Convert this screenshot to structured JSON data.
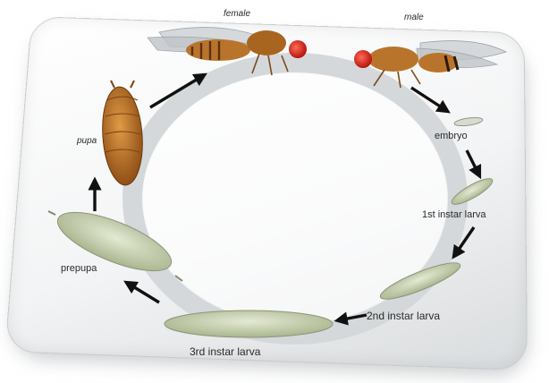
{
  "labels": {
    "female": "female",
    "male": "male",
    "embryo": "embryo",
    "instar1": "1st instar larva",
    "instar2": "2nd instar larva",
    "instar3": "3rd instar larva",
    "prepupa": "prepupa",
    "pupa": "pupa"
  },
  "colors": {
    "ring": "#d8dbde",
    "arrow": "#111111",
    "fly_body": "#b9742c",
    "fly_eye": "#e0281e",
    "larva": "#c9d3b4",
    "pupa": "#c0701f"
  }
}
